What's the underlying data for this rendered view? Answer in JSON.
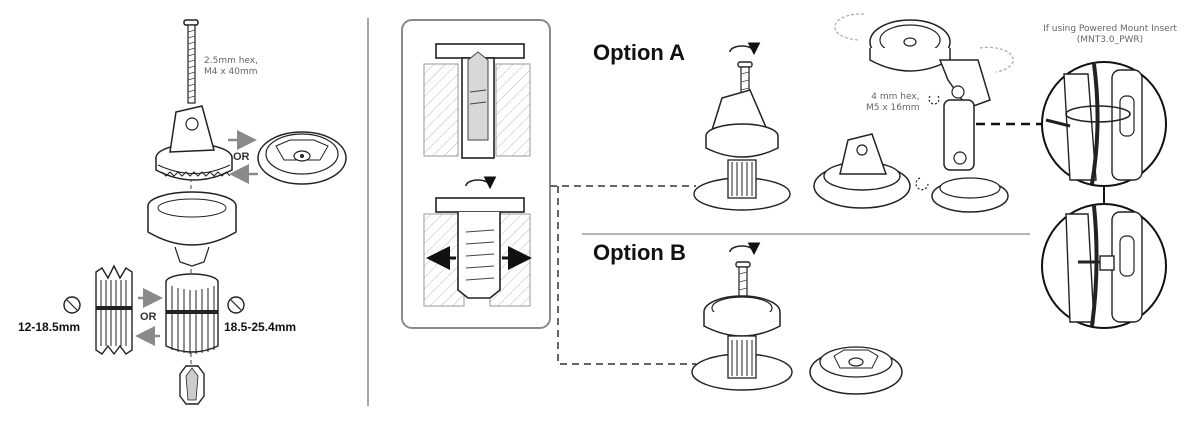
{
  "left_panel": {
    "screw_label_line1": "2.5mm hex,",
    "screw_label_line2": "M4 x 40mm",
    "or_top": "OR",
    "or_bottom": "OR",
    "size_small": "12-18.5mm",
    "size_large": "18.5-25.4mm"
  },
  "middle_panel": {
    "option_a": "Option A",
    "option_b": "Option B"
  },
  "right_panel": {
    "hex_label_line1": "4 mm hex,",
    "hex_label_line2": "M5 x 16mm",
    "powered_line1": "If using Powered Mount Insert",
    "powered_line2": "(MNT3.0_PWR)"
  },
  "colors": {
    "line": "#222222",
    "gray_arrow": "#8a8a8a",
    "panel_border": "#8a8a8a",
    "dashed": "#666666"
  }
}
